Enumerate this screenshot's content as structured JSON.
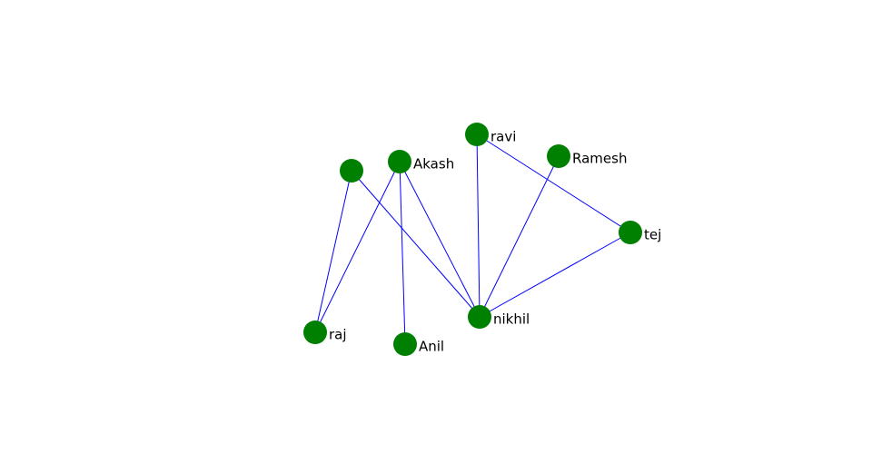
{
  "graph": {
    "node_color": "#008000",
    "edge_color": "#0000ff",
    "nodes": [
      {
        "id": "unnamed",
        "label": ""
      },
      {
        "id": "akash",
        "label": "Akash"
      },
      {
        "id": "ravi",
        "label": "ravi"
      },
      {
        "id": "ramesh",
        "label": "Ramesh"
      },
      {
        "id": "tej",
        "label": "tej"
      },
      {
        "id": "nikhil",
        "label": "nikhil"
      },
      {
        "id": "raj",
        "label": "raj"
      },
      {
        "id": "anil",
        "label": "Anil"
      }
    ],
    "edges": [
      [
        "unnamed",
        "raj"
      ],
      [
        "unnamed",
        "nikhil"
      ],
      [
        "akash",
        "raj"
      ],
      [
        "akash",
        "anil"
      ],
      [
        "akash",
        "nikhil"
      ],
      [
        "ravi",
        "nikhil"
      ],
      [
        "ravi",
        "tej"
      ],
      [
        "ramesh",
        "nikhil"
      ],
      [
        "tej",
        "nikhil"
      ]
    ]
  }
}
